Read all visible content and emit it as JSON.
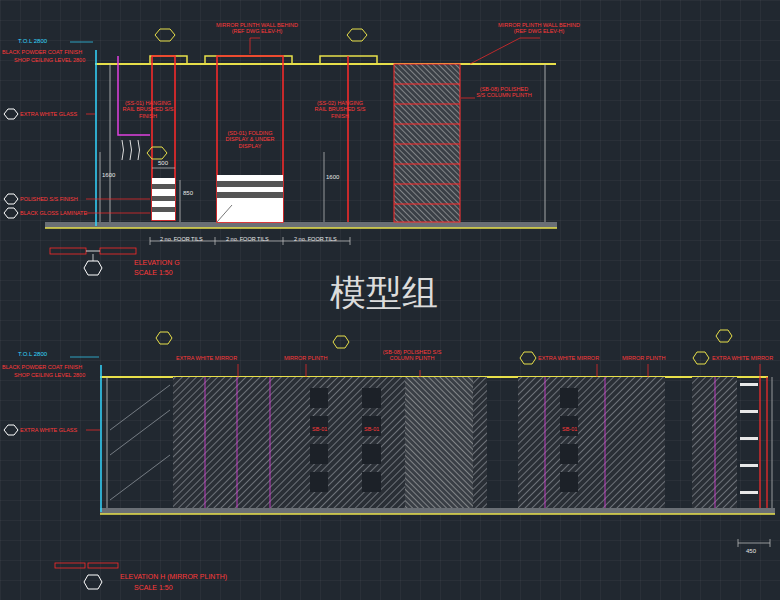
{
  "diagram": {
    "labels": [
      "T.O.L 2800",
      "BLACK POWDER COAT FINISH",
      "SHOP CEILING LEVEL 2800",
      "EXTRA WHITE GLASS",
      "POLISHED S/S FINISH",
      "BLACK GLOSS LAMINATE",
      "MIRROR PLINTH WALL BEHIND (REF DWG ELEV-H)",
      "MIRROR PLINTH WALL BEHIND (REF DWG ELEV-H)",
      "(SS-01) HANGING RAIL BRUSHED S/S FINISH",
      "(SD-01) FOLDING DISPLAY & UNDER DISPLAY",
      "(SS-02) HANGING RAIL BRUSHED S/S FINISH",
      "(SB-08) POLISHED S/S COLUMN PLINTH",
      "500",
      "1600",
      "850",
      "1600",
      "2 no. FOOR TILS",
      "2 no. FOOR TILS",
      "2 no. FOOR TILS",
      "ELEVATION G",
      "SCALE 1:50",
      "模型组",
      "T.O.L 2800",
      "BLACK POWDER COAT FINISH",
      "SHOP CEILING LEVEL 2800",
      "EXTRA WHITE GLASS",
      "EXTRA WHITE MIRROR",
      "MIRROR PLINTH",
      "(SB-08) POLISHED S/S COLUMN PLINTH",
      "EXTRA WHITE MIRROR",
      "MIRROR PLINTH",
      "EXTRA WHITE MIRROR",
      "SB-01",
      "SB-01",
      "SB-01",
      "450",
      "ELEVATION H (MIRROR PLINTH)",
      "SCALE 1:50"
    ]
  }
}
